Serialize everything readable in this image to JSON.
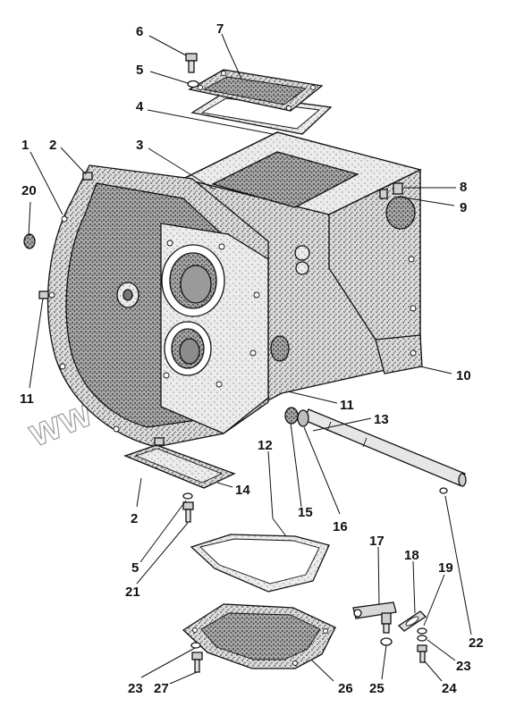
{
  "diagram": {
    "colors": {
      "ink": "#111111",
      "casting": "#d9d9d9",
      "stipple": "#555555",
      "paper": "#ffffff",
      "watermark": "#9a9a9a"
    },
    "watermark_text": "www.umron-tol.kz",
    "callouts": [
      {
        "id": "c6",
        "text": "6"
      },
      {
        "id": "c7",
        "text": "7"
      },
      {
        "id": "c5a",
        "text": "5"
      },
      {
        "id": "c4",
        "text": "4"
      },
      {
        "id": "c3",
        "text": "3"
      },
      {
        "id": "c1",
        "text": "1"
      },
      {
        "id": "c2a",
        "text": "2"
      },
      {
        "id": "c20",
        "text": "20"
      },
      {
        "id": "c8",
        "text": "8"
      },
      {
        "id": "c9",
        "text": "9"
      },
      {
        "id": "c11a",
        "text": "11"
      },
      {
        "id": "c10",
        "text": "10"
      },
      {
        "id": "c11b",
        "text": "11"
      },
      {
        "id": "c13",
        "text": "13"
      },
      {
        "id": "c12",
        "text": "12"
      },
      {
        "id": "c14",
        "text": "14"
      },
      {
        "id": "c2b",
        "text": "2"
      },
      {
        "id": "c15",
        "text": "15"
      },
      {
        "id": "c16",
        "text": "16"
      },
      {
        "id": "c5b",
        "text": "5"
      },
      {
        "id": "c21",
        "text": "21"
      },
      {
        "id": "c17",
        "text": "17"
      },
      {
        "id": "c18",
        "text": "18"
      },
      {
        "id": "c19",
        "text": "19"
      },
      {
        "id": "c22",
        "text": "22"
      },
      {
        "id": "c23a",
        "text": "23"
      },
      {
        "id": "c23b",
        "text": "23"
      },
      {
        "id": "c27",
        "text": "27"
      },
      {
        "id": "c26",
        "text": "26"
      },
      {
        "id": "c25",
        "text": "25"
      },
      {
        "id": "c24",
        "text": "24"
      }
    ]
  }
}
